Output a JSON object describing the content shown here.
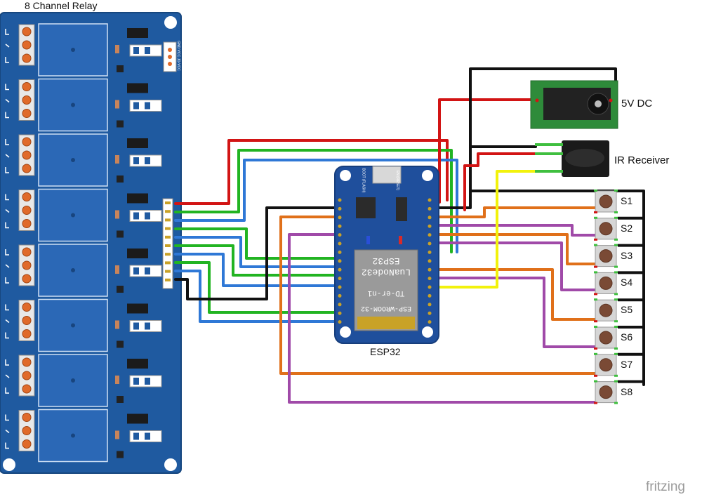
{
  "relay_board": {
    "title": "8 Channel Relay",
    "channel_count": 8
  },
  "esp32": {
    "label": "ESP32",
    "chip_text": [
      "ESP32",
      "LuaNode32"
    ],
    "module_text": [
      "TD-er-n1",
      "ESP-WROOM-32"
    ],
    "button_labels": [
      "BOOT (FLASH)",
      "EN (RESET)"
    ]
  },
  "dc_jack": {
    "label": "5V DC"
  },
  "ir_receiver": {
    "label": "IR Receiver"
  },
  "switches": [
    "S1",
    "S2",
    "S3",
    "S4",
    "S5",
    "S6",
    "S7",
    "S8"
  ],
  "watermark": "fritzing",
  "colors": {
    "board_blue": "#1f5aa0",
    "wire_red": "#d21414",
    "wire_black": "#111111",
    "wire_green": "#22b422",
    "wire_blue": "#2f78d6",
    "wire_orange": "#e0701a",
    "wire_purple": "#a04aa8",
    "wire_yellow": "#f2f20c",
    "pcb_green": "#2e8b3a"
  }
}
